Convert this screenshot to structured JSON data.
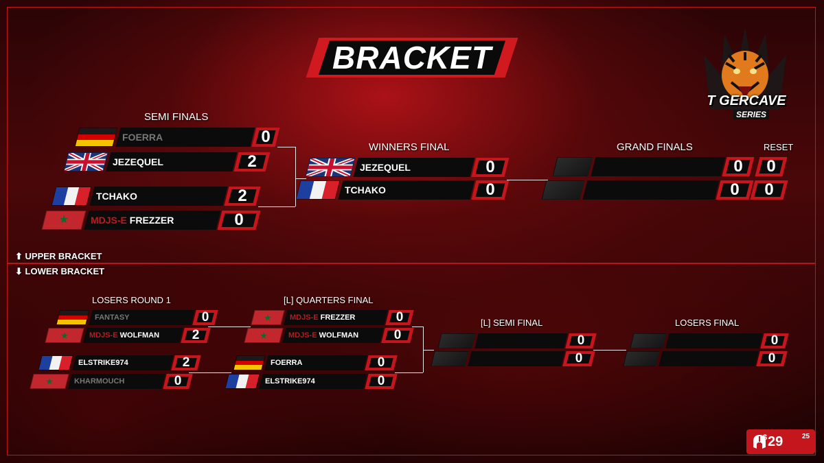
{
  "title": "BRACKET",
  "logo": {
    "line1": "T GERCAVE",
    "line2": "SERIES"
  },
  "labels": {
    "semi_finals": "SEMI FINALS",
    "winners_final": "WINNERS FINAL",
    "grand_finals": "GRAND FINALS",
    "reset": "RESET",
    "upper_bracket": "UPPER BRACKET",
    "lower_bracket": "LOWER BRACKET",
    "losers_round_1": "LOSERS ROUND 1",
    "quarters_final": "[L] QUARTERS FINAL",
    "l_semi_final": "[L] SEMI FINAL",
    "losers_final": "LOSERS FINAL"
  },
  "arrows": {
    "up": "⬆",
    "down": "⬇"
  },
  "semi_finals": [
    {
      "tag": "",
      "name": "FOERRA",
      "flag": "germany",
      "score": "0"
    },
    {
      "tag": "",
      "name": "JEZEQUEL",
      "flag": "united-kingdom",
      "score": "2"
    },
    {
      "tag": "",
      "name": "TCHAKO",
      "flag": "france",
      "score": "2"
    },
    {
      "tag": "MDJS-E",
      "name": "FREZZER",
      "flag": "morocco",
      "score": "0"
    }
  ],
  "winners_final": [
    {
      "name": "JEZEQUEL",
      "flag": "united-kingdom",
      "score": "0"
    },
    {
      "name": "TCHAKO",
      "flag": "france",
      "score": "0"
    }
  ],
  "grand_finals": [
    {
      "name": "",
      "score": "0",
      "reset_score": "0"
    },
    {
      "name": "",
      "score": "0",
      "reset_score": "0"
    }
  ],
  "losers_round_1": [
    {
      "tag": "",
      "name": "FANTASY",
      "flag": "germany",
      "score": "0"
    },
    {
      "tag": "MDJS-E",
      "name": "WOLFMAN",
      "flag": "morocco",
      "score": "2"
    },
    {
      "tag": "",
      "name": "ELSTRIKE974",
      "flag": "france",
      "score": "2"
    },
    {
      "tag": "",
      "name": "KHARMOUCH",
      "flag": "morocco",
      "score": "0"
    }
  ],
  "quarters_final": [
    {
      "tag": "MDJS-E",
      "name": "FREZZER",
      "flag": "morocco",
      "score": "0"
    },
    {
      "tag": "MDJS-E",
      "name": "WOLFMAN",
      "flag": "morocco",
      "score": "0"
    },
    {
      "tag": "",
      "name": "FOERRA",
      "flag": "germany",
      "score": "0"
    },
    {
      "tag": "",
      "name": "ELSTRIKE974",
      "flag": "france",
      "score": "0"
    }
  ],
  "l_semi_final": [
    {
      "name": "",
      "score": "0"
    },
    {
      "name": "",
      "score": "0"
    }
  ],
  "losers_final": [
    {
      "name": "",
      "score": "0"
    },
    {
      "name": "",
      "score": "0"
    }
  ],
  "prize": {
    "symbol": "$",
    "amount": "29",
    "cents": "25"
  },
  "colors": {
    "accent": "#c4161c",
    "bar": "#0b0b0b",
    "background": "#3a0507"
  }
}
